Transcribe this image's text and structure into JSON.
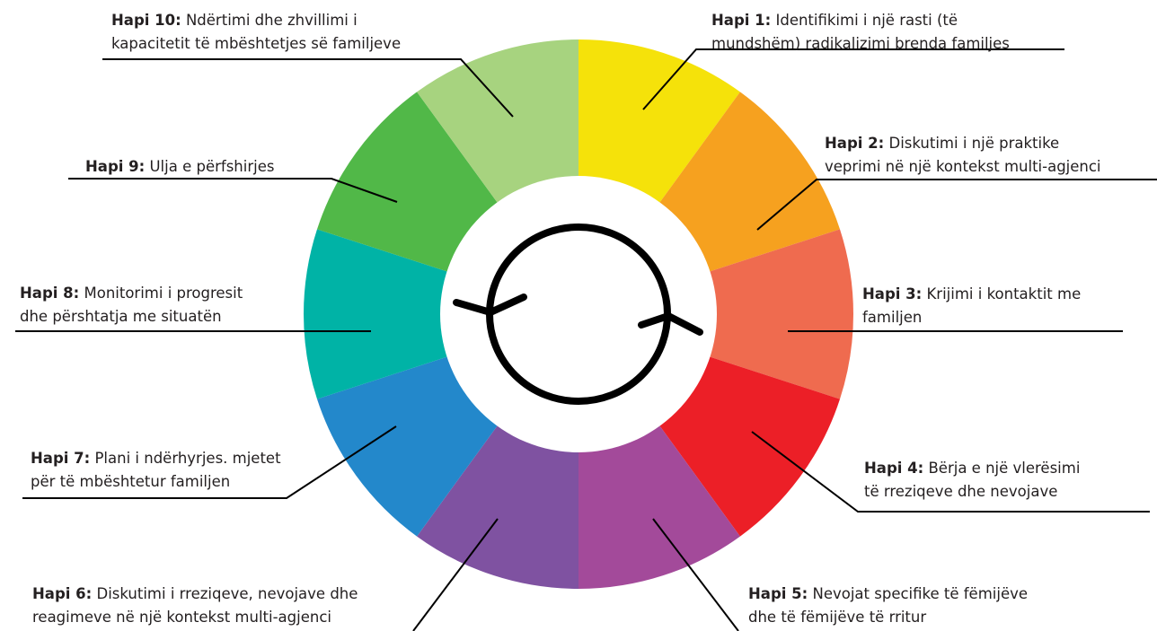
{
  "steps": [
    {
      "n": 1,
      "prefix": "Hapi 1:",
      "lines": [
        "Identifikimi i një rasti (të",
        "mundshëm) radikalizimi brenda familjes"
      ],
      "color": "#f5e20a"
    },
    {
      "n": 2,
      "prefix": "Hapi 2:",
      "lines": [
        "Diskutimi i një praktike",
        "veprimi në një kontekst multi-agjenci"
      ],
      "color": "#f6a11f"
    },
    {
      "n": 3,
      "prefix": "Hapi 3:",
      "lines": [
        "Krijimi i kontaktit me",
        "familjen"
      ],
      "color": "#ef6b4f"
    },
    {
      "n": 4,
      "prefix": "Hapi 4:",
      "lines": [
        "Bërja e një vlerësimi",
        "të rreziqeve dhe nevojave"
      ],
      "color": "#ec1f27"
    },
    {
      "n": 5,
      "prefix": "Hapi 5:",
      "lines": [
        "Nevojat specifike të fëmijëve",
        "dhe të fëmijëve të rritur"
      ],
      "color": "#a34a9a"
    },
    {
      "n": 6,
      "prefix": "Hapi 6:",
      "lines": [
        "Diskutimi i rreziqeve, nevojave dhe",
        "reagimeve në një kontekst multi-agjenci"
      ],
      "color": "#7f52a1"
    },
    {
      "n": 7,
      "prefix": "Hapi 7:",
      "lines": [
        "Plani i ndërhyrjes. mjetet",
        "për të mbështetur familjen"
      ],
      "color": "#2388cb"
    },
    {
      "n": 8,
      "prefix": "Hapi 8:",
      "lines": [
        "Monitorimi i progresit",
        "dhe përshtatja me situatën"
      ],
      "color": "#00b3a6"
    },
    {
      "n": 9,
      "prefix": "Hapi 9:",
      "lines": [
        "Ulja e përfshirjes"
      ],
      "color": "#51b848"
    },
    {
      "n": 10,
      "prefix": "Hapi 10:",
      "lines": [
        "Ndërtimi dhe zhvillimi i",
        "kapacitetit të mbështetjes së familjeve"
      ],
      "color": "#a7d37f"
    }
  ]
}
